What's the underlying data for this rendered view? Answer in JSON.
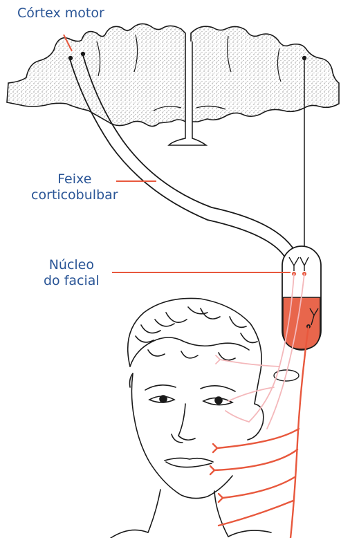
{
  "labels": {
    "cortex": "Córtex motor",
    "bundle_line1": "Feixe",
    "bundle_line2": "corticobulbar",
    "nucleus_line1": "Núcleo",
    "nucleus_line2": "do facial"
  },
  "colors": {
    "label_text": "#2a5596",
    "pointer": "#e8583d",
    "nerve_lower": "#e8583d",
    "nerve_upper": "#f4b8bb",
    "nucleus_fill": "#e8664c",
    "outline": "#1a1a1a",
    "cortex_stipple": "#8a8a8a"
  }
}
